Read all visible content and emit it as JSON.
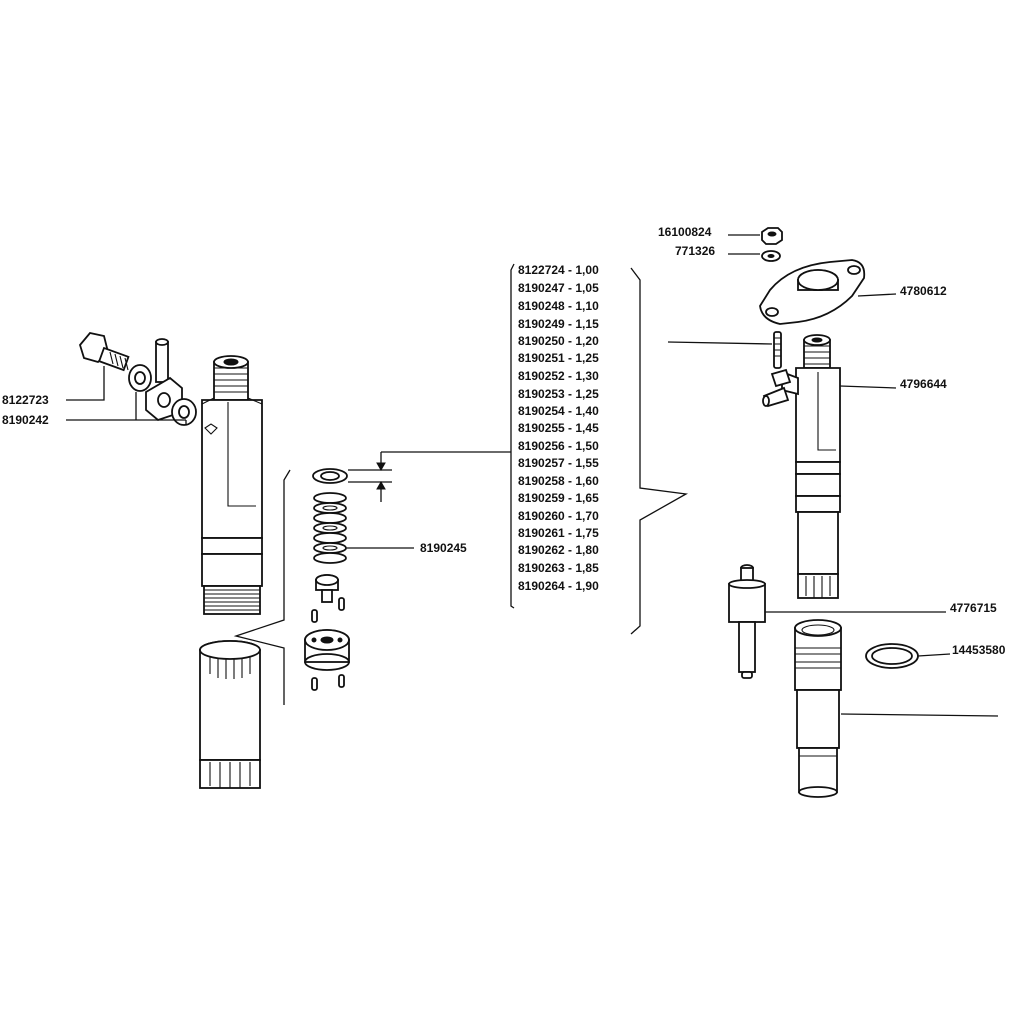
{
  "part_labels": {
    "p8122723": "8122723",
    "p8190242": "8190242",
    "p8190245": "8190245",
    "p16100824": "16100824",
    "p771326": "771326",
    "p4780612": "4780612",
    "p4796644": "4796644",
    "p4776715": "4776715",
    "p14453580": "14453580"
  },
  "shim_table": [
    "8122724 - 1,00",
    "8190247 - 1,05",
    "8190248 - 1,10",
    "8190249 - 1,15",
    "8190250 - 1,20",
    "8190251 - 1,25",
    "8190252 - 1,30",
    "8190253 - 1,25",
    "8190254 - 1,40",
    "8190255 - 1,45",
    "8190256 - 1,50",
    "8190257 - 1,55",
    "8190258 - 1,60",
    "8190259 - 1,65",
    "8190260 - 1,70",
    "8190261 - 1,75",
    "8190262 - 1,80",
    "8190263 - 1,85",
    "8190264 - 1,90"
  ]
}
